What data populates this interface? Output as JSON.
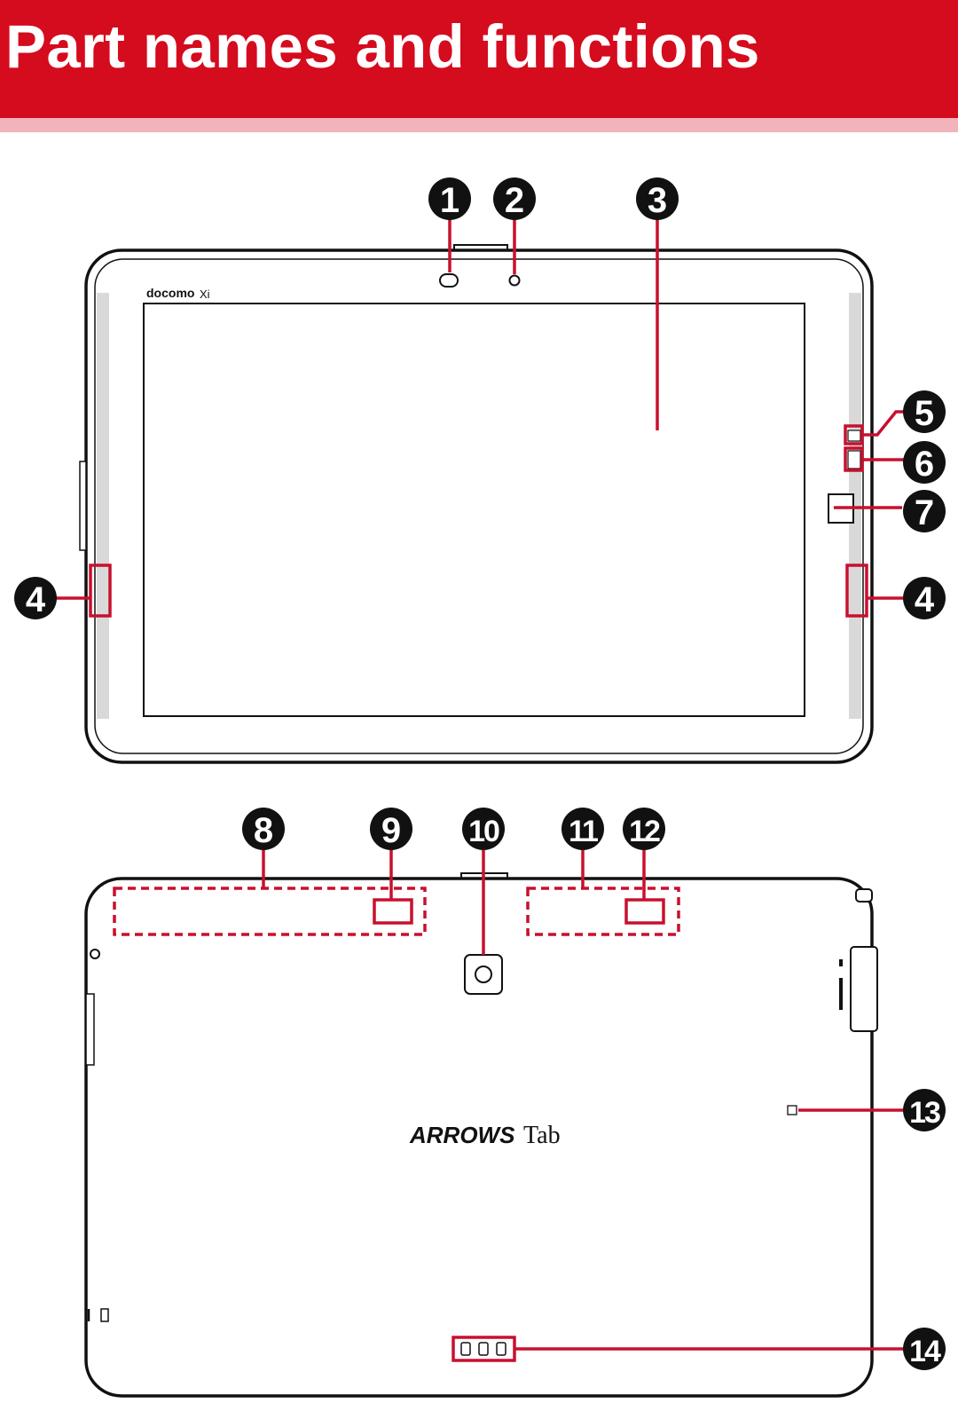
{
  "page": {
    "title": "Part names and functions"
  },
  "colors": {
    "header": "#d50b1e",
    "header_strip": "#f3b3ba",
    "callout_line": "#c8102e",
    "callout_circle": "#111111"
  },
  "front_view": {
    "brand_label": "docomo",
    "brand_suffix": "Xi",
    "callouts": [
      "1",
      "2",
      "3",
      "4",
      "4",
      "5",
      "6",
      "7"
    ]
  },
  "back_view": {
    "brand_label": "ARROWS",
    "model_label": "Tab",
    "callouts": [
      "8",
      "9",
      "10",
      "11",
      "12",
      "13",
      "14"
    ]
  },
  "icons": [
    "front-camera-icon",
    "light-sensor-icon",
    "rear-camera-icon",
    "nfc-mark-icon",
    "charging-terminal-icon"
  ]
}
